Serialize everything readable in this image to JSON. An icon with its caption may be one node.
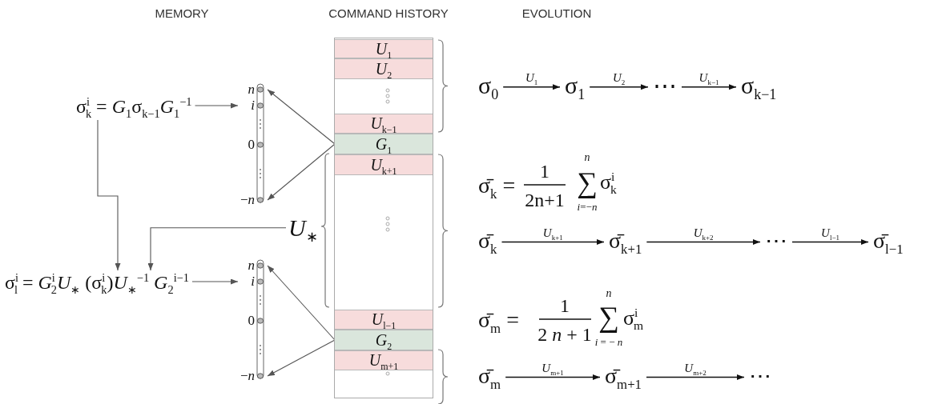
{
  "diagram": {
    "nodes": [
      {
        "text": [
          "σ$^{i}$$_{k}$ = *G*$_{1}$σ$_{k−1}$*G*$_{1}$$^{−1}$"
        ]
      },
      {
        "text": [],
        "shape": "bar",
        "beside": [
          "*n*",
          "*i*",
          "0",
          "−*n*"
        ]
      },
      {
        "text": [
          "σ$^{i}$$_{l}$ = *G*$^{i}$$_{2}$*U*$_{∗}$ (σ$^{i}$$_{k}$)*U*$_{∗}$$^{−1}$ *G*$_{2}$$^{i−1}$"
        ]
      },
      {
        "text": [],
        "shape": "bar",
        "beside": [
          "*n*",
          "*i*",
          "0",
          "−*n*"
        ]
      },
      {
        "text": [],
        "shape": "box"
      },
      {
        "text": [
          "*U*$_{1}$"
        ],
        "in": 4
      },
      {
        "text": [
          "*U*$_{2}$"
        ],
        "in": 4
      },
      {
        "text": [
          "*U*$_{k−1}$"
        ],
        "in": 4
      },
      {
        "text": [
          "*G*$_{1}$"
        ],
        "in": 4
      },
      {
        "text": [
          "*U*$_{k+1}$"
        ],
        "in": 4
      },
      {
        "text": [
          "*U*$_{l−1}$"
        ],
        "in": 4
      },
      {
        "text": [
          "*G*$_{2}$"
        ],
        "in": 4
      },
      {
        "text": [
          "*U*$_{m+1}$"
        ],
        "in": 4
      },
      {
        "text": [
          "*U*$_{∗}$"
        ]
      },
      {
        "text": [
          "σ$_{0}$"
        ]
      },
      {
        "text": [
          "σ$_{1}$"
        ]
      },
      {
        "text": [
          "⋯"
        ]
      },
      {
        "text": [
          "σ$_{k−1}$"
        ]
      },
      {
        "text": [
          "σ̄$_{k}$"
        ]
      },
      {
        "text": [
          "σ̄$_{k+1}$"
        ]
      },
      {
        "text": [
          "⋯"
        ]
      },
      {
        "text": [
          "σ̄$_{l−1}$"
        ]
      },
      {
        "text": [
          "σ̄$_{m}$"
        ]
      },
      {
        "text": [
          "σ̄$_{m+1}$"
        ]
      },
      {
        "text": [
          "⋯"
        ]
      }
    ],
    "edges": [
      {
        "from": 0,
        "to": 1,
        "arrow": "to"
      },
      {
        "from": 8,
        "to": 1,
        "arrow": "to"
      },
      {
        "from": 8,
        "to": 1,
        "arrow": "to"
      },
      {
        "from": 0,
        "to": 2,
        "arrow": "to"
      },
      {
        "from": 13,
        "to": 2,
        "arrow": "to"
      },
      {
        "from": 2,
        "to": 3,
        "arrow": "to"
      },
      {
        "from": 11,
        "to": 3,
        "arrow": "to"
      },
      {
        "from": 11,
        "to": 3,
        "arrow": "to"
      },
      {
        "from": 14,
        "to": 15,
        "arrow": "to",
        "label": "*U*$_{1}$"
      },
      {
        "from": 15,
        "to": 16,
        "arrow": "to",
        "label": "*U*$_{2}$"
      },
      {
        "from": 16,
        "to": 17,
        "arrow": "to",
        "label": "*U*$_{k−1}$"
      },
      {
        "from": 18,
        "to": 19,
        "arrow": "to",
        "label": "*U*$_{k+1}$"
      },
      {
        "from": 19,
        "to": 20,
        "arrow": "to",
        "label": "*U*$_{k+2}$"
      },
      {
        "from": 20,
        "to": 21,
        "arrow": "to",
        "label": "*U*$_{l−1}$"
      },
      {
        "from": 22,
        "to": 23,
        "arrow": "to",
        "label": "*U*$_{m+1}$"
      },
      {
        "from": 23,
        "to": 24,
        "arrow": "to",
        "label": "*U*$_{m+2}$"
      }
    ],
    "labels": [
      "MEMORY",
      "COMMAND HISTORY",
      "EVOLUTION",
      "σ̄$_{k}$ =",
      "1",
      "2n+1",
      "*n*",
      "∑",
      "*i*=−*n*",
      "σ$^{i}$$_{k}$",
      "σ̄$_{m}$ =",
      "1",
      "2 *n* + 1",
      "*n*",
      "∑",
      "*i* = − *n*",
      "σ$^{i}$$_{m}$"
    ]
  }
}
